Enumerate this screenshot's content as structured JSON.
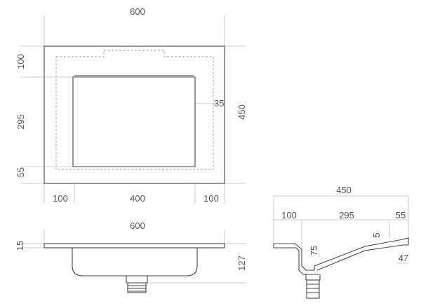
{
  "top_view": {
    "width": "600",
    "left_margin": "100",
    "bowl_height": "295",
    "bottom_margin": "55",
    "inset": "35",
    "depth": "450",
    "left_edge": "100",
    "bowl_width": "400",
    "right_edge": "100"
  },
  "front_view": {
    "width": "600",
    "slab_thickness": "15",
    "total_height": "127"
  },
  "side_view": {
    "depth": "450",
    "back_edge": "100",
    "bowl_length": "295",
    "front_edge": "55",
    "slope_drop": "5",
    "bowl_depth": "75",
    "front_height": "47"
  },
  "colors": {
    "line": "#444444",
    "extension_line": "#bdbdbd",
    "text": "#555555"
  }
}
